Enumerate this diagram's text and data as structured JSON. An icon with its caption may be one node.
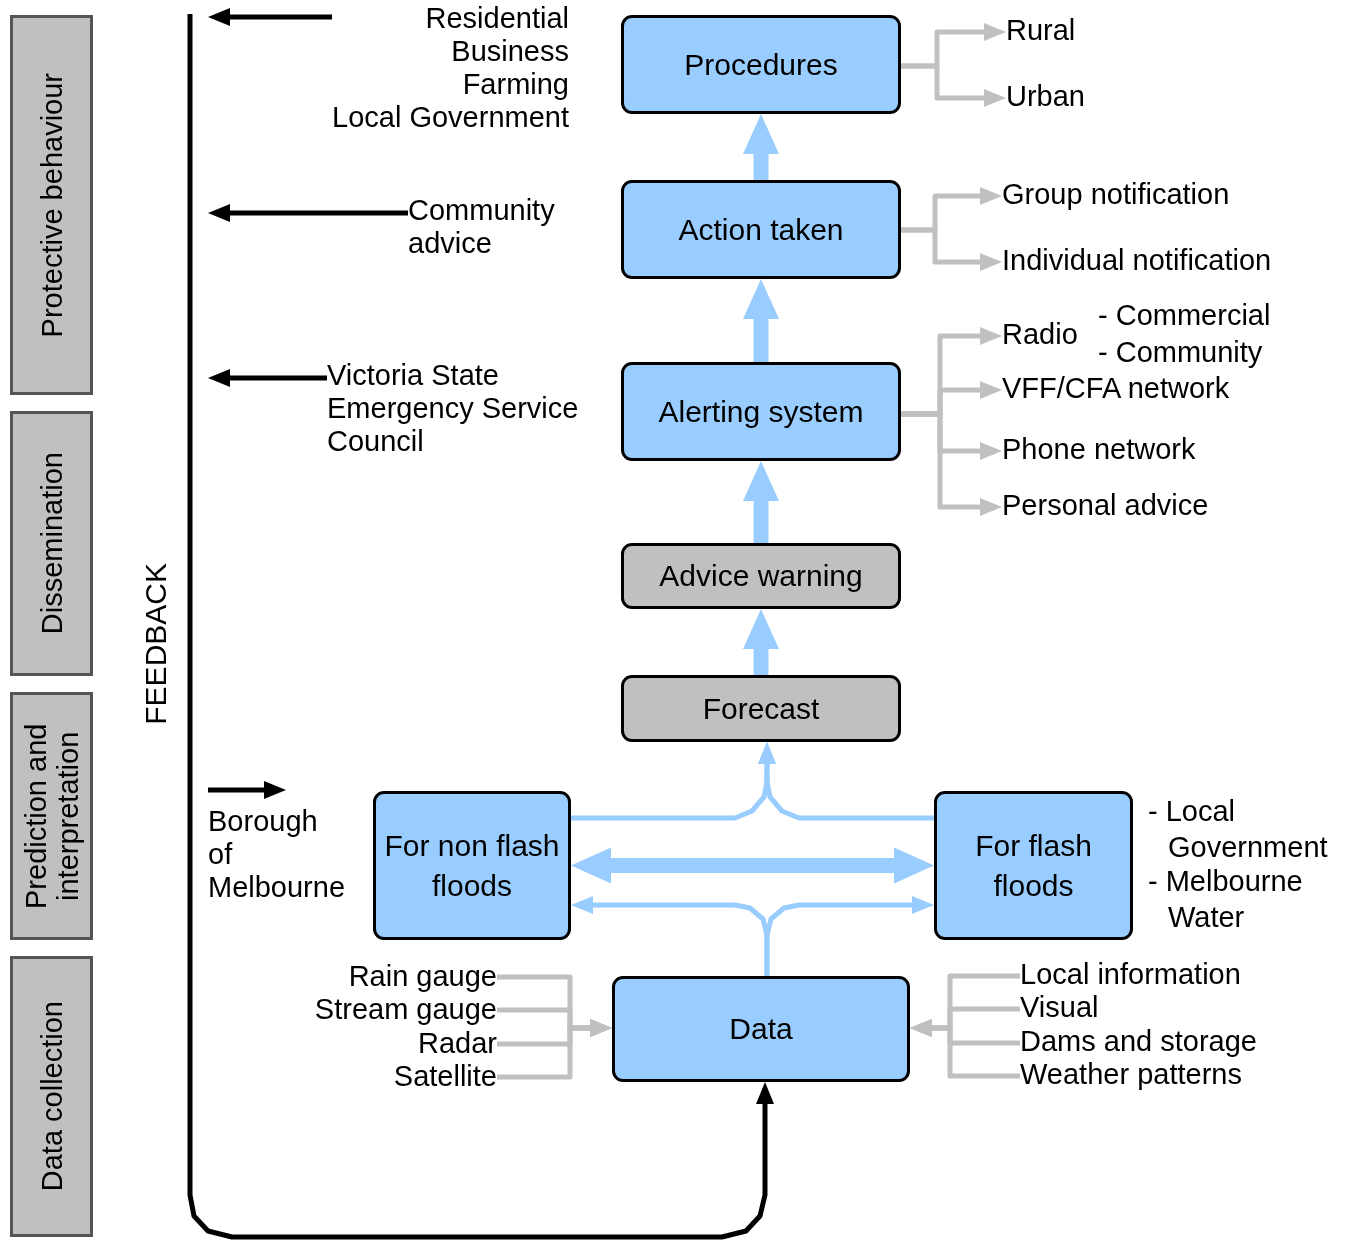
{
  "diagram": {
    "nodes": [
      {
        "text": [
          "Protective behaviour"
        ]
      },
      {
        "text": [
          "Dissemination"
        ]
      },
      {
        "text": [
          "Prediction and interpretation"
        ]
      },
      {
        "text": [
          "Data collection"
        ]
      },
      {
        "text": [
          "Residential",
          "Business",
          "Farming",
          "Local Government"
        ]
      },
      {
        "text": [
          "Procedures"
        ]
      },
      {
        "text": [
          "Rural"
        ]
      },
      {
        "text": [
          "Urban"
        ]
      },
      {
        "text": [
          "Community advice"
        ]
      },
      {
        "text": [
          "Action taken"
        ]
      },
      {
        "text": [
          "Group notification"
        ]
      },
      {
        "text": [
          "Individual notification"
        ]
      },
      {
        "text": [
          "Victoria State Emergency Service",
          "Council"
        ]
      },
      {
        "text": [
          "Radio"
        ],
        "beside": [
          "- Commercial",
          "- Community"
        ]
      },
      {
        "text": [
          "Alerting system"
        ]
      },
      {
        "text": [
          "VFF/CFA network"
        ]
      },
      {
        "text": [
          "Phone network"
        ]
      },
      {
        "text": [
          "Personal advice"
        ]
      },
      {
        "text": [
          "Advice warning"
        ]
      },
      {
        "text": [
          "Forecast"
        ]
      },
      {
        "text": [
          "Borough of Melbourne"
        ]
      },
      {
        "text": [
          "For non flash floods"
        ]
      },
      {
        "text": [
          "For flash floods"
        ],
        "beside": [
          "- Local Government",
          "- Melbourne Water"
        ]
      },
      {
        "text": [
          "Rain gauge"
        ]
      },
      {
        "text": [
          "Stream gauge"
        ]
      },
      {
        "text": [
          "Radar"
        ]
      },
      {
        "text": [
          "Satellite"
        ]
      },
      {
        "text": [
          "Data"
        ]
      },
      {
        "text": [
          "Local information"
        ]
      },
      {
        "text": [
          "Visual"
        ]
      },
      {
        "text": [
          "Dams and storage"
        ]
      },
      {
        "text": [
          "Weather patterns"
        ]
      }
    ],
    "edges": [
      {
        "from": 5,
        "to": 6,
        "arrow": "to"
      },
      {
        "from": 5,
        "to": 7,
        "arrow": "to"
      },
      {
        "from": 9,
        "to": 10,
        "arrow": "to"
      },
      {
        "from": 9,
        "to": 11,
        "arrow": "to"
      },
      {
        "from": 14,
        "to": 13,
        "arrow": "to"
      },
      {
        "from": 14,
        "to": 15,
        "arrow": "to"
      },
      {
        "from": 14,
        "to": 16,
        "arrow": "to"
      },
      {
        "from": 14,
        "to": 17,
        "arrow": "to"
      },
      {
        "from": 9,
        "to": 5,
        "arrow": "to",
        "style": "thick",
        "color": "#99ccff"
      },
      {
        "from": 14,
        "to": 9,
        "arrow": "to",
        "style": "thick",
        "color": "#99ccff"
      },
      {
        "from": 18,
        "to": 14,
        "arrow": "to",
        "style": "thick",
        "color": "#99ccff"
      },
      {
        "from": 19,
        "to": 18,
        "arrow": "to",
        "style": "thick",
        "color": "#99ccff"
      },
      {
        "from": 21,
        "to": 19,
        "arrow": "to",
        "color": "#99ccff"
      },
      {
        "from": 22,
        "to": 19,
        "arrow": "to",
        "color": "#99ccff"
      },
      {
        "from": 21,
        "to": 22,
        "arrow": "both",
        "style": "thick",
        "color": "#99ccff"
      },
      {
        "from": 27,
        "to": 21,
        "arrow": "to",
        "color": "#99ccff"
      },
      {
        "from": 27,
        "to": 22,
        "arrow": "to",
        "color": "#99ccff"
      },
      {
        "from": 23,
        "to": 27,
        "arrow": "to"
      },
      {
        "from": 24,
        "to": 27,
        "arrow": "to"
      },
      {
        "from": 25,
        "to": 27,
        "arrow": "to"
      },
      {
        "from": 26,
        "to": 27,
        "arrow": "to"
      },
      {
        "from": 28,
        "to": 27,
        "arrow": "to"
      },
      {
        "from": 29,
        "to": 27,
        "arrow": "to"
      },
      {
        "from": 30,
        "to": 27,
        "arrow": "to"
      },
      {
        "from": 31,
        "to": 27,
        "arrow": "to"
      },
      {
        "from": 4,
        "to": null,
        "arrow": "to",
        "color": "#000000"
      },
      {
        "from": 8,
        "to": null,
        "arrow": "to",
        "color": "#000000"
      },
      {
        "from": 12,
        "to": null,
        "arrow": "to",
        "color": "#000000"
      },
      {
        "from": null,
        "to": 20,
        "arrow": "to",
        "color": "#000000"
      },
      {
        "from": null,
        "to": 27,
        "arrow": "to",
        "color": "#000000"
      }
    ],
    "labels": [
      "FEEDBACK"
    ]
  }
}
